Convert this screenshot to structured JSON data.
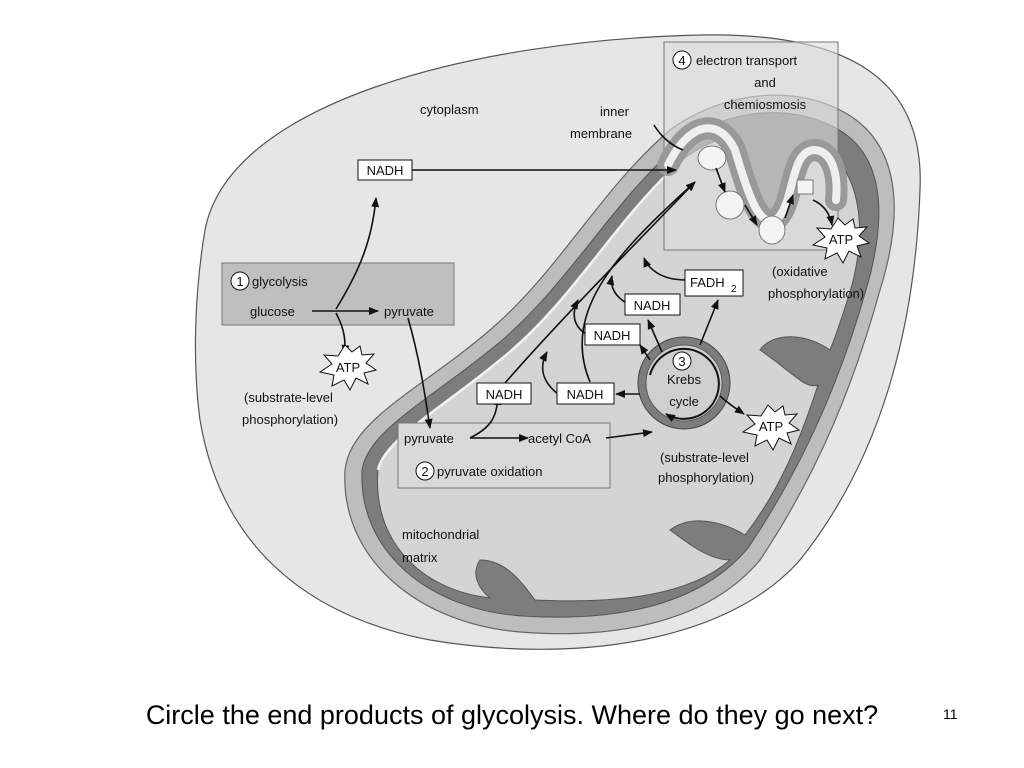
{
  "labels": {
    "cytoplasm": "cytoplasm",
    "inner": "inner",
    "membrane": "membrane",
    "mito1": "mitochondrial",
    "mito2": "matrix",
    "etc1": "electron transport",
    "etc2": "and",
    "etc3": "chemiosmosis",
    "step1": "glycolysis",
    "step2": "pyruvate oxidation",
    "step3a": "Krebs",
    "step3b": "cycle",
    "glucose": "glucose",
    "pyruvate_a": "pyruvate",
    "pyruvate_b": "pyruvate",
    "acetyl": "acetyl CoA",
    "nadh": "NADH",
    "fadh": "FADH",
    "fadh_sub": "2",
    "atp": "ATP",
    "sub1": "(substrate-level",
    "sub2": "phosphorylation)",
    "ox1": "(oxidative",
    "ox2": "phosphorylation)",
    "n1": "1",
    "n2": "2",
    "n3": "3",
    "n4": "4"
  },
  "caption": "Circle the end products of glycolysis. Where do they go next?",
  "slide_number": "11",
  "colors": {
    "cell": "#e6e6e6",
    "outer_membrane": "#bdbdbd",
    "inner_dark": "#7d7d7d",
    "matrix": "#d4d4d4",
    "box_fill": "#bfbfbf"
  }
}
